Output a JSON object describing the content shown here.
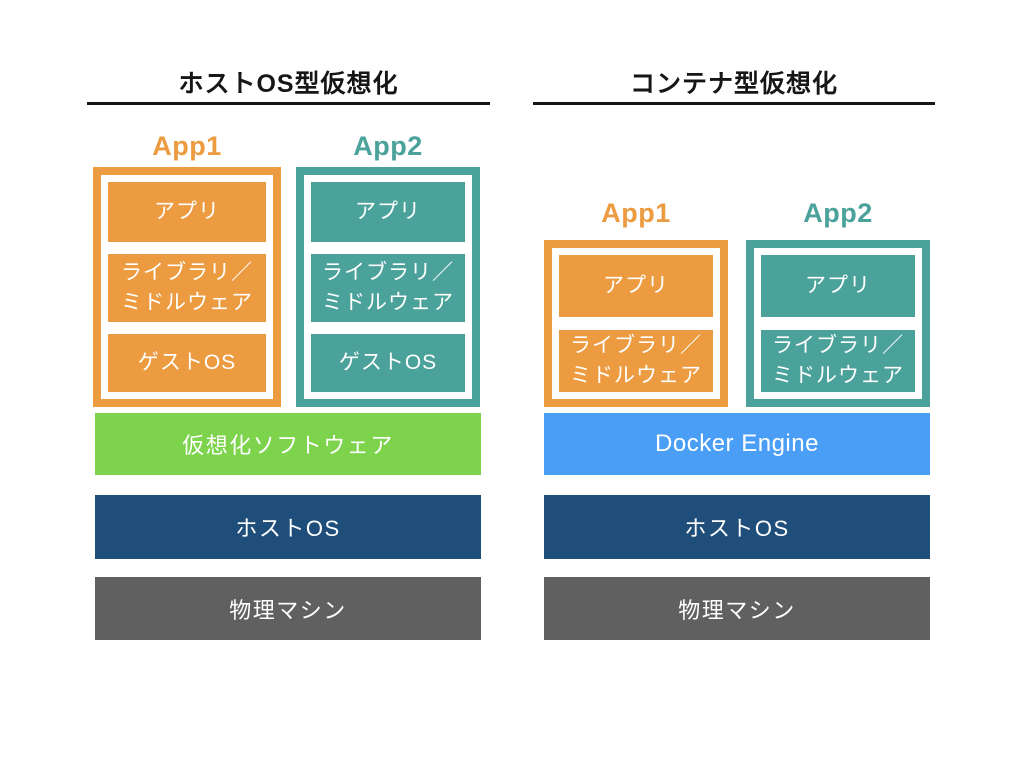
{
  "panels": {
    "left": {
      "title": "ホストOS型仮想化",
      "apps": [
        {
          "label": "App1",
          "layers": [
            "アプリ",
            "ライブラリ／\nミドルウェア",
            "ゲストOS"
          ]
        },
        {
          "label": "App2",
          "layers": [
            "アプリ",
            "ライブラリ／\nミドルウェア",
            "ゲストOS"
          ]
        }
      ],
      "bars": [
        {
          "label": "仮想化ソフトウェア",
          "color": "#7DD34C"
        },
        {
          "label": "ホストOS",
          "color": "#1F4E7B"
        },
        {
          "label": "物理マシン",
          "color": "#606060"
        }
      ]
    },
    "right": {
      "title": "コンテナ型仮想化",
      "apps": [
        {
          "label": "App1",
          "layers": [
            "アプリ",
            "ライブラリ／\nミドルウェア"
          ]
        },
        {
          "label": "App2",
          "layers": [
            "アプリ",
            "ライブラリ／\nミドルウェア"
          ]
        }
      ],
      "bars": [
        {
          "label": "Docker Engine",
          "color": "#4A9EF5"
        },
        {
          "label": "ホストOS",
          "color": "#1F4E7B"
        },
        {
          "label": "物理マシン",
          "color": "#606060"
        }
      ]
    }
  },
  "colors": {
    "app1_accent": "#EC9B40",
    "app2_accent": "#4BA29A",
    "virtualization_software": "#7DD34C",
    "docker_engine": "#4A9EF5",
    "host_os": "#1F4E7B",
    "physical_machine": "#606060",
    "title_text": "#161616",
    "layer_text": "#FFFFFF"
  }
}
